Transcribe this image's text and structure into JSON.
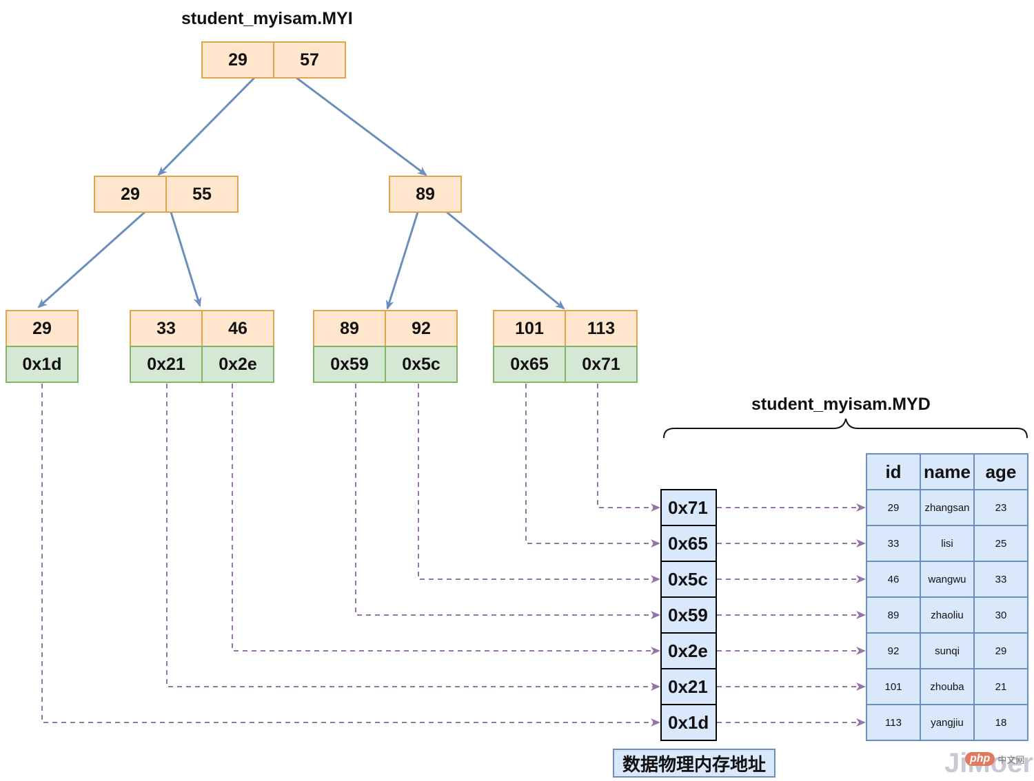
{
  "myi": {
    "title": "student_myisam.MYI",
    "root": [
      "29",
      "57"
    ],
    "level2": [
      [
        "29",
        "55"
      ],
      [
        "89"
      ]
    ],
    "leaves": [
      {
        "keys": [
          "29"
        ],
        "addrs": [
          "0x1d"
        ]
      },
      {
        "keys": [
          "33",
          "46"
        ],
        "addrs": [
          "0x21",
          "0x2e"
        ]
      },
      {
        "keys": [
          "89",
          "92"
        ],
        "addrs": [
          "0x59",
          "0x5c"
        ]
      },
      {
        "keys": [
          "101",
          "113"
        ],
        "addrs": [
          "0x65",
          "0x71"
        ]
      }
    ]
  },
  "myd": {
    "title": "student_myisam.MYD",
    "memory": [
      "0x71",
      "0x65",
      "0x5c",
      "0x59",
      "0x2e",
      "0x21",
      "0x1d"
    ],
    "caption": "数据物理内存地址",
    "table": {
      "headers": [
        "id",
        "name",
        "age"
      ],
      "rows": [
        [
          "29",
          "zhangsan",
          "23"
        ],
        [
          "33",
          "lisi",
          "25"
        ],
        [
          "46",
          "wangwu",
          "33"
        ],
        [
          "89",
          "zhaoliu",
          "30"
        ],
        [
          "92",
          "sunqi",
          "29"
        ],
        [
          "101",
          "zhouba",
          "21"
        ],
        [
          "113",
          "yangjiu",
          "18"
        ]
      ]
    }
  },
  "watermark": {
    "pill": "php",
    "cn": "中文网",
    "text": "JiMoer"
  },
  "colors": {
    "key_fill": "#ffe6cc",
    "key_border": "#e0a54a",
    "addr_fill": "#d5e8d4",
    "addr_border": "#82b366",
    "table_fill": "#dae8fc",
    "table_border": "#6c8ebf",
    "tree_edge": "#6c8ebf",
    "pointer_edge": "#9673a6"
  }
}
